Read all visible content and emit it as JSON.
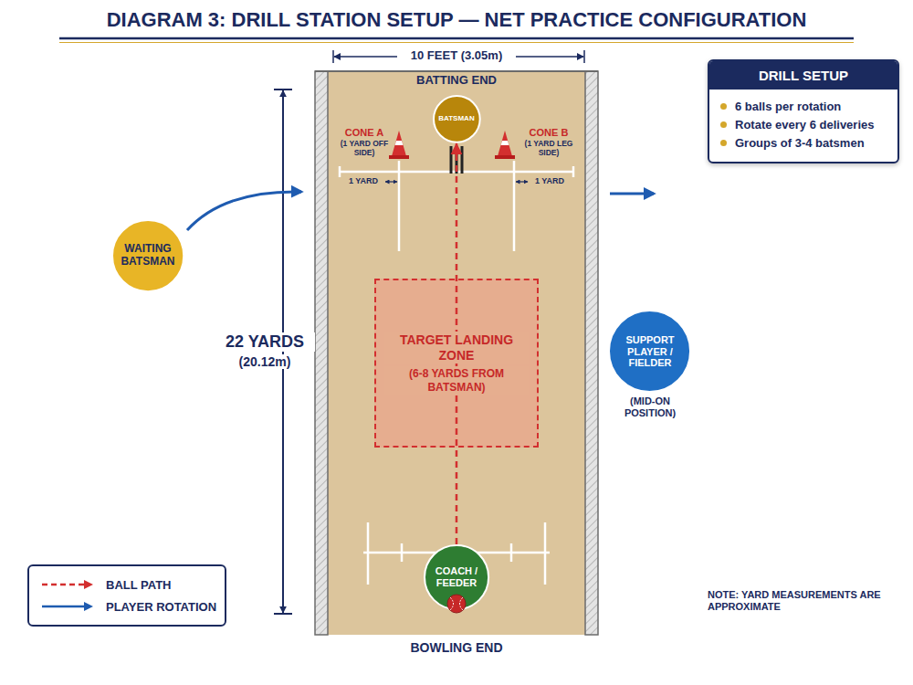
{
  "diagram": {
    "title": "DIAGRAM 3: DRILL STATION SETUP — NET PRACTICE CONFIGURATION",
    "nodes": [
      {
        "text": [
          "BATSMAN"
        ]
      },
      {
        "text": [
          "DRILL SETUP",
          "6 balls per rotation",
          "Rotate every 6 deliveries",
          "Groups of 3-4 batsmen"
        ]
      },
      {
        "text": [
          "WAITING BATSMAN"
        ]
      },
      {
        "text": [
          "TARGET LANDING ZONE",
          "(6-8 YARDS FROM BATSMAN)"
        ]
      },
      {
        "text": [
          "SUPPORT PLAYER / FIELDER"
        ]
      },
      {
        "text": [
          "COACH / FEEDER"
        ]
      }
    ],
    "edges": [
      {
        "from": 5,
        "to": 0,
        "arrow": "to"
      }
    ],
    "labels": [
      "10 FEET (3.05m)",
      "BATTING END",
      "CONE A",
      "(1 YARD OFF SIDE)",
      "CONE B",
      "(1 YARD LEG SIDE)",
      "1 YARD",
      "1 YARD",
      "22 YARDS",
      "(20.12m)",
      "(MID-ON POSITION)",
      "NOTE: YARD MEASUREMENTS ARE APPROXIMATE",
      "BOWLING END"
    ],
    "legend": [
      {
        "text": "BALL PATH"
      },
      {
        "text": "PLAYER ROTATION"
      }
    ]
  }
}
